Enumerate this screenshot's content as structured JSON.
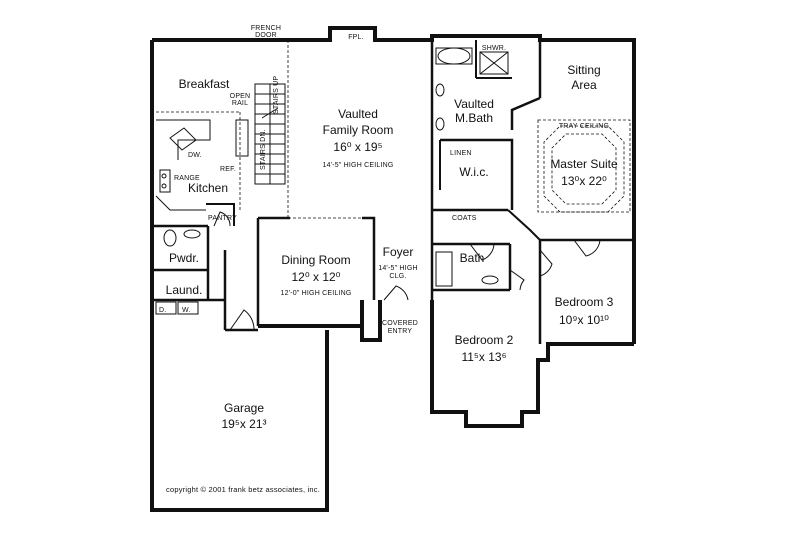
{
  "rooms": {
    "breakfast": {
      "name": "Breakfast"
    },
    "kitchen": {
      "name": "Kitchen"
    },
    "family": {
      "name1": "Vaulted",
      "name2": "Family Room",
      "dim": "16⁰ x 19⁵",
      "note": "14'-5\" HIGH CEILING"
    },
    "dining": {
      "name": "Dining Room",
      "dim": "12⁰ x 12⁰",
      "note": "12'-0\" HIGH CEILING"
    },
    "foyer": {
      "name": "Foyer",
      "note1": "14'-5\" HIGH",
      "note2": "CLG."
    },
    "master_bath": {
      "name1": "Vaulted",
      "name2": "M.Bath"
    },
    "sitting": {
      "name1": "Sitting",
      "name2": "Area"
    },
    "master_suite": {
      "name": "Master Suite",
      "dim": "13⁰x 22⁰",
      "note": "TRAY CEILING"
    },
    "wic": {
      "name": "W.i.c."
    },
    "bath": {
      "name": "Bath"
    },
    "bedroom3": {
      "name": "Bedroom 3",
      "dim": "10⁹x 10¹⁰"
    },
    "bedroom2": {
      "name": "Bedroom 2",
      "dim": "11⁵x 13⁶"
    },
    "garage": {
      "name": "Garage",
      "dim": "19⁵x 21³"
    },
    "powder": {
      "name": "Pwdr."
    },
    "laundry": {
      "name": "Laund."
    }
  },
  "labels": {
    "french_door1": "FRENCH",
    "french_door2": "DOOR",
    "fpl": "FPL.",
    "shwr": "SHWR.",
    "open_rail1": "OPEN",
    "open_rail2": "RAIL",
    "stairs_up": "STAIRS UP",
    "stairs_dn": "STAIRS DN.",
    "dw": "DW.",
    "ref": "REF.",
    "range": "RANGE",
    "pantry": "PANTRY",
    "linen": "LINEN",
    "coats": "COATS",
    "covered_entry1": "COVERED",
    "covered_entry2": "ENTRY",
    "d": "D.",
    "w": "W.",
    "copyright": "copyright © 2001 frank betz associates, inc."
  }
}
